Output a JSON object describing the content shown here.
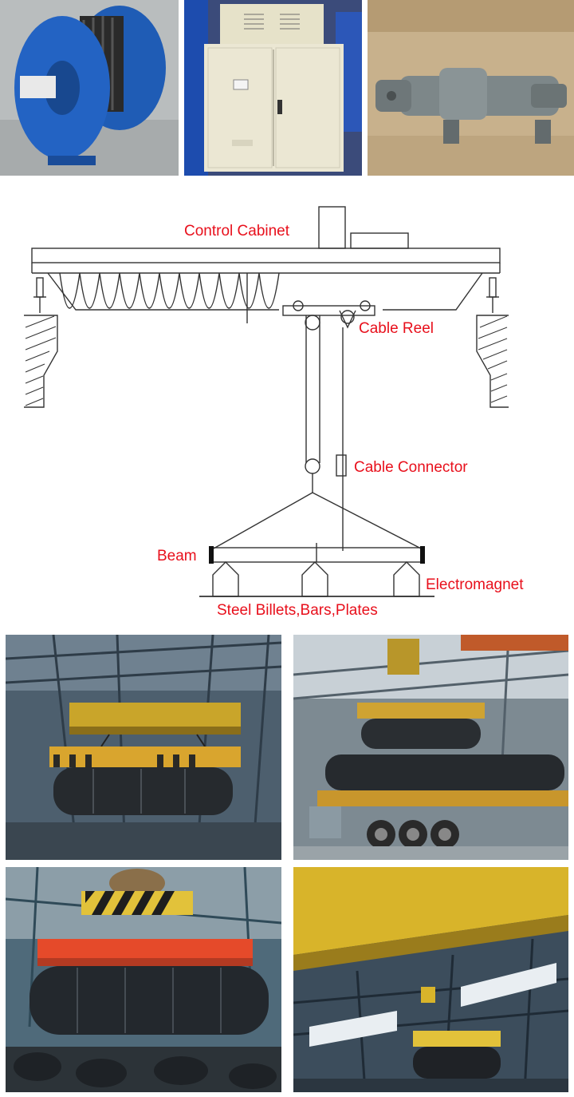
{
  "diagram": {
    "labels": {
      "control_cabinet": "Control Cabinet",
      "cable_reel": "Cable Reel",
      "cable_connector": "Cable Connector",
      "beam": "Beam",
      "electromagnet": "Electromagnet",
      "load": "Steel Billets,Bars,Plates"
    },
    "label_color": "#e8101c",
    "line_color": "#333333"
  },
  "photos": {
    "top": [
      {
        "name": "cable-reel-photo",
        "subject": "blue cable reel"
      },
      {
        "name": "control-cabinet-photo",
        "subject": "beige electrical control cabinet"
      },
      {
        "name": "cable-connector-photo",
        "subject": "grey cable connector"
      }
    ],
    "bottom": [
      {
        "name": "lifting-magnet-coils-photo-1",
        "subject": "electromagnet beam lifting wire coils"
      },
      {
        "name": "truck-coils-photo",
        "subject": "coils lifted onto truck"
      },
      {
        "name": "lifting-magnet-coils-photo-2",
        "subject": "red electromagnet lifting coils"
      },
      {
        "name": "crane-magnet-photo",
        "subject": "yellow crane with magnet"
      }
    ]
  }
}
